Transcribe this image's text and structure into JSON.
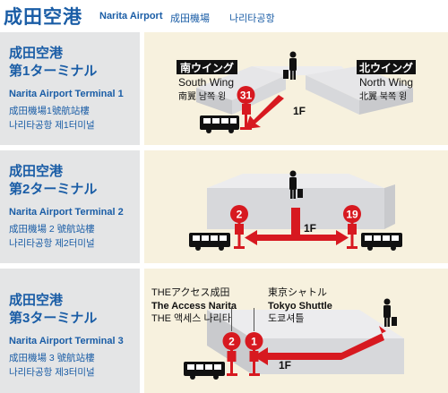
{
  "header": {
    "title": "成田空港",
    "en": "Narita Airport",
    "zh": "成田機場",
    "ko": "나리타공항"
  },
  "terminals": [
    {
      "ja_line1": "成田空港",
      "ja_line2": "第1ターミナル",
      "en": "Narita Airport Terminal 1",
      "zh": "成田機場1號航站樓",
      "ko": "나리타공항 제1터미널",
      "diagram": {
        "south_ja": "南ウイング",
        "south_en": "South Wing",
        "south_zhko": "南翼  남쪽 윙",
        "north_ja": "北ウイング",
        "north_en": "North Wing",
        "north_zhko": "北翼  북쪽 윙",
        "stop_number": "31",
        "floor": "1F"
      }
    },
    {
      "ja_line1": "成田空港",
      "ja_line2": "第2ターミナル",
      "en": "Narita Airport Terminal 2",
      "zh": "成田機場 2 號航站樓",
      "ko": "나리타공항 제2터미널",
      "diagram": {
        "stop_left": "2",
        "stop_right": "19",
        "floor": "1F"
      }
    },
    {
      "ja_line1": "成田空港",
      "ja_line2": "第3ターミナル",
      "en": "Narita Airport Terminal 3",
      "zh": "成田機場 3 號航站樓",
      "ko": "나리타공항 제3터미널",
      "diagram": {
        "access_ja": "THEアクセス成田",
        "access_en": "The Access Narita",
        "access_ko": "THE 액세스 나리타",
        "shuttle_ja": "東京シャトル",
        "shuttle_en": "Tokyo Shuttle",
        "shuttle_ko": "도쿄셔틀",
        "stop_left": "2",
        "stop_right": "1",
        "floor": "1F"
      }
    }
  ],
  "colors": {
    "brand_blue": "#1a5da6",
    "route_red": "#d71920",
    "panel_gray": "#e4e5e6",
    "diagram_bg": "#f7f1de"
  }
}
